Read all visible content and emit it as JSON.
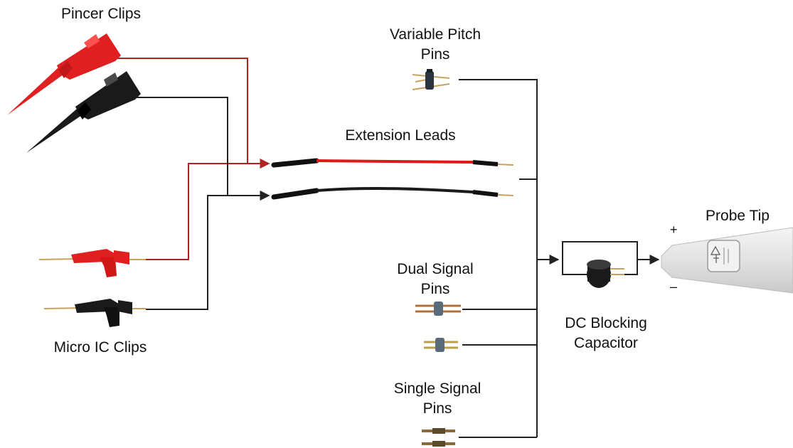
{
  "labels": {
    "pincer_clips": "Pincer Clips",
    "variable_pitch_pins": [
      "Variable Pitch",
      "Pins"
    ],
    "extension_leads": "Extension Leads",
    "probe_tip": "Probe Tip",
    "plus_sign": "+",
    "minus_sign": "–",
    "dual_signal_pins": [
      "Dual Signal",
      "Pins"
    ],
    "dc_blocking_capacitor": [
      "DC Blocking",
      "Capacitor"
    ],
    "micro_ic_clips": "Micro IC Clips",
    "single_signal_pins": [
      "Single Signal",
      "Pins"
    ]
  },
  "colors": {
    "red_wire": "#b22222",
    "black_wire": "#222222",
    "red_part": "#e02020",
    "black_part": "#1a1a1a",
    "brass": "#c8a060",
    "probe_body": "#e6e6e6"
  }
}
